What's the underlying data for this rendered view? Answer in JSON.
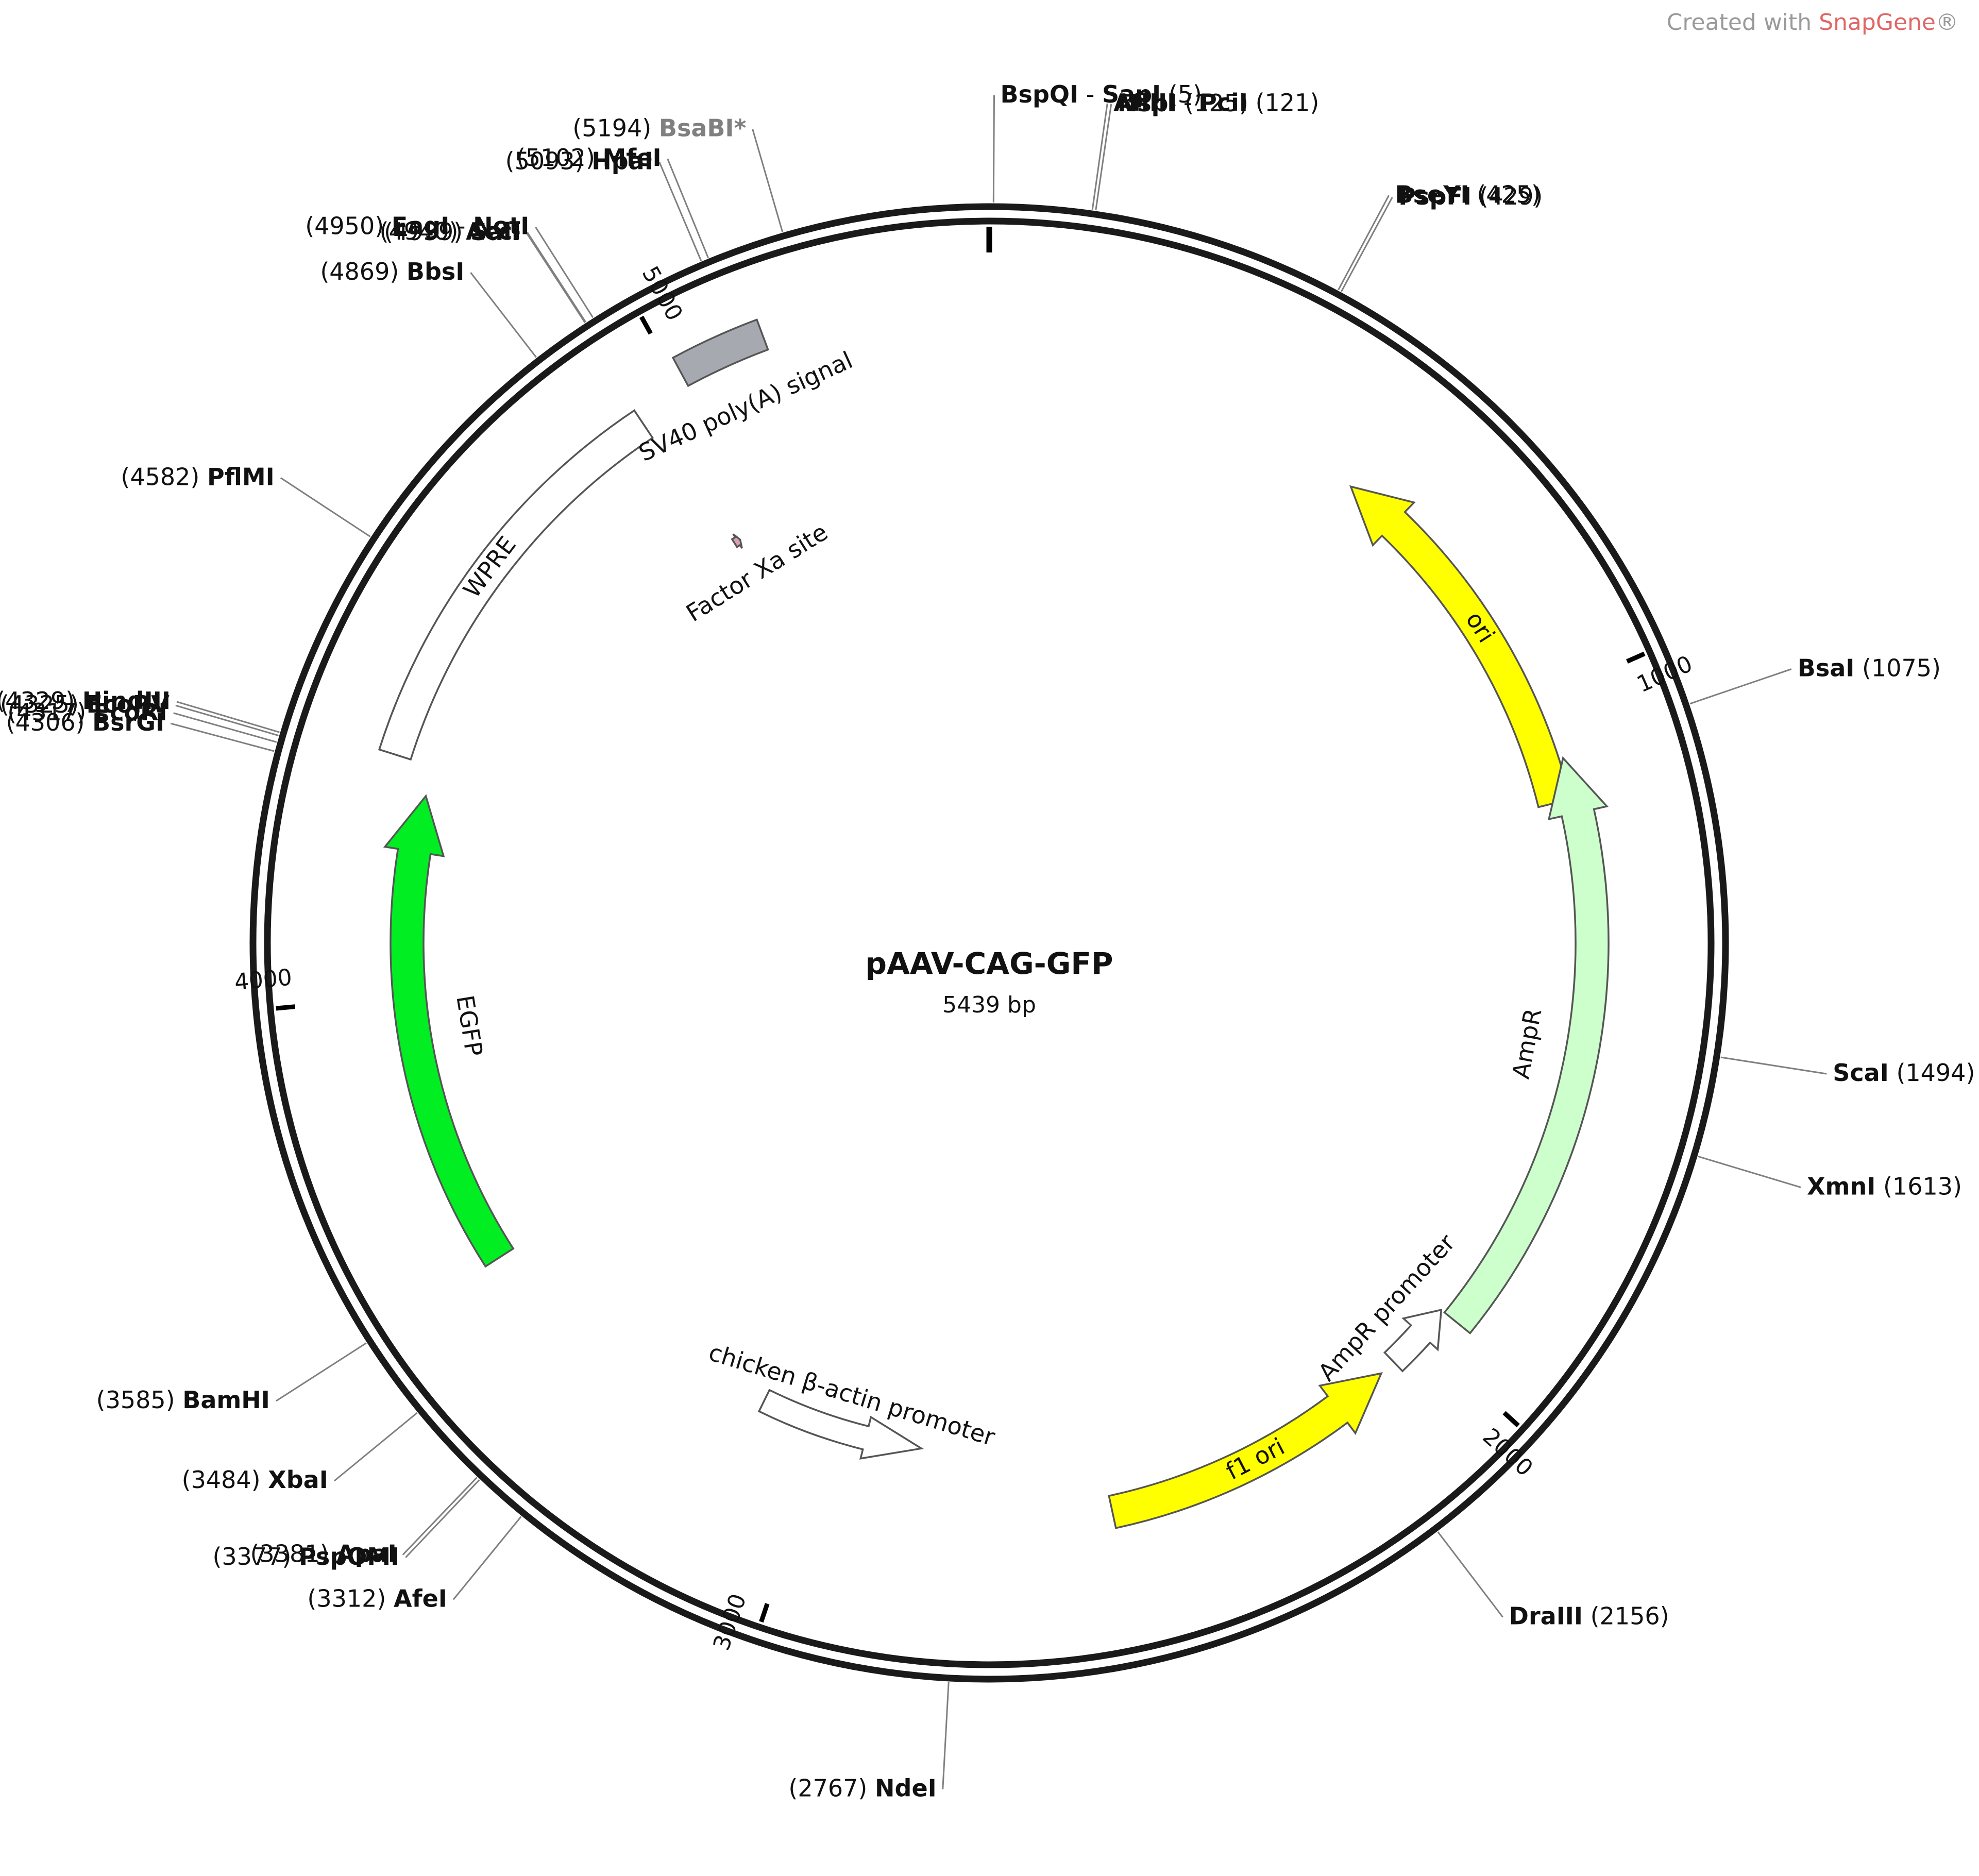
{
  "watermark": {
    "prefix": "Created with ",
    "brand": "SnapGene",
    "suffix": "®"
  },
  "plasmid": {
    "name": "pAAV-CAG-GFP",
    "length_label": "5439 bp",
    "length": 5439
  },
  "colors": {
    "backbone": "#1a1a1a",
    "leader_line": "#7f7f7f",
    "ori": "#ffff00",
    "ampr": "#ccffcc",
    "egfp": "#00ee22",
    "sv40": "#a6a9b0",
    "factor_xa": "#d9a0b4",
    "promoter_fill": "#ffffff",
    "feature_outline": "#555555",
    "label_gray": "#808080"
  },
  "ticks": [
    {
      "position": 1000,
      "label": "1000"
    },
    {
      "position": 2000,
      "label": "2000"
    },
    {
      "position": 3000,
      "label": "3000"
    },
    {
      "position": 4000,
      "label": "4000"
    },
    {
      "position": 5000,
      "label": "5000"
    }
  ],
  "features": [
    {
      "id": "ori",
      "label": "ori",
      "start": 580,
      "end": 1150,
      "strand": "-",
      "type": "arrow",
      "color": "ori"
    },
    {
      "id": "ampr",
      "label": "AmpR",
      "start": 1090,
      "end": 1950,
      "strand": "-",
      "type": "arrow",
      "color": "ampr"
    },
    {
      "id": "ampr-promoter",
      "label": "AmpR promoter",
      "start": 1950,
      "end": 2055,
      "strand": "-",
      "type": "arrow-outline",
      "color": "promoter_fill"
    },
    {
      "id": "f1-ori",
      "label": "f1 ori",
      "start": 2080,
      "end": 2535,
      "strand": "-",
      "type": "arrow",
      "color": "ori"
    },
    {
      "id": "chicken-actin-promoter",
      "label": "chicken β-actin promoter",
      "start": 2835,
      "end": 3115,
      "strand": "-",
      "type": "arrow-outline",
      "color": "promoter_fill"
    },
    {
      "id": "egfp",
      "label": "EGFP",
      "start": 3585,
      "end": 4300,
      "strand": "+",
      "type": "arrow",
      "color": "egfp"
    },
    {
      "id": "wpre",
      "label": "WPRE",
      "start": 4345,
      "end": 4930,
      "strand": "+",
      "type": "box-outline",
      "color": "promoter_fill"
    },
    {
      "id": "sv40-polya",
      "label": "SV40 poly(A) signal",
      "start": 5010,
      "end": 5130,
      "strand": "+",
      "type": "box",
      "color": "sv40"
    },
    {
      "id": "factor-xa",
      "label": "Factor Xa site",
      "start": 4948,
      "end": 4960,
      "strand": "+",
      "type": "mini-arrow",
      "color": "factor_xa"
    }
  ],
  "sites": [
    {
      "id": "bspqi-sapi",
      "pos": 5,
      "label_pos": "(5)",
      "names": [
        "BspQI",
        "SapI"
      ],
      "gray": false,
      "side": "left"
    },
    {
      "id": "afliii-pcii",
      "pos": 121,
      "label_pos": "(121)",
      "names": [
        "AflIII",
        "PciI"
      ],
      "gray": false,
      "side": "right"
    },
    {
      "id": "nspi",
      "pos": 125,
      "label_pos": "(125)",
      "names": [
        "NspI"
      ],
      "gray": false,
      "side": "right"
    },
    {
      "id": "bseyi",
      "pos": 425,
      "label_pos": "(425)",
      "names": [
        "BseYI"
      ],
      "gray": false,
      "side": "right"
    },
    {
      "id": "pspfi",
      "pos": 429,
      "label_pos": "(429)",
      "names": [
        "PspFI"
      ],
      "gray": false,
      "side": "right"
    },
    {
      "id": "bsai",
      "pos": 1075,
      "label_pos": "(1075)",
      "names": [
        "BsaI"
      ],
      "gray": false,
      "side": "right"
    },
    {
      "id": "scai",
      "pos": 1494,
      "label_pos": "(1494)",
      "names": [
        "ScaI"
      ],
      "gray": false,
      "side": "right"
    },
    {
      "id": "xmni",
      "pos": 1613,
      "label_pos": "(1613)",
      "names": [
        "XmnI"
      ],
      "gray": false,
      "side": "right"
    },
    {
      "id": "draiii",
      "pos": 2156,
      "label_pos": "(2156)",
      "names": [
        "DraIII"
      ],
      "gray": false,
      "side": "right"
    },
    {
      "id": "ndei",
      "pos": 2767,
      "label_pos": "(2767)",
      "names": [
        "NdeI"
      ],
      "gray": false,
      "side": "left"
    },
    {
      "id": "afei",
      "pos": 3312,
      "label_pos": "(3312)",
      "names": [
        "AfeI"
      ],
      "gray": false,
      "side": "left"
    },
    {
      "id": "pspomi",
      "pos": 3377,
      "label_pos": "(3377)",
      "names": [
        "PspOMI"
      ],
      "gray": false,
      "side": "left"
    },
    {
      "id": "apai",
      "pos": 3381,
      "label_pos": "(3381)",
      "names": [
        "ApaI"
      ],
      "gray": false,
      "side": "left"
    },
    {
      "id": "xbai",
      "pos": 3484,
      "label_pos": "(3484)",
      "names": [
        "XbaI"
      ],
      "gray": false,
      "side": "left"
    },
    {
      "id": "bamhi",
      "pos": 3585,
      "label_pos": "(3585)",
      "names": [
        "BamHI"
      ],
      "gray": false,
      "side": "left"
    },
    {
      "id": "bsrgi",
      "pos": 4306,
      "label_pos": "(4306)",
      "names": [
        "BsrGI"
      ],
      "gray": false,
      "side": "left"
    },
    {
      "id": "ecori",
      "pos": 4317,
      "label_pos": "(4317)",
      "names": [
        "EcoRI"
      ],
      "gray": false,
      "side": "left"
    },
    {
      "id": "ecorv",
      "pos": 4325,
      "label_pos": "(4325)",
      "names": [
        "EcoRV"
      ],
      "gray": false,
      "side": "left"
    },
    {
      "id": "hindiii",
      "pos": 4329,
      "label_pos": "(4329)",
      "names": [
        "HindIII"
      ],
      "gray": false,
      "side": "left"
    },
    {
      "id": "pflmi",
      "pos": 4582,
      "label_pos": "(4582)",
      "names": [
        "PflMI"
      ],
      "gray": false,
      "side": "left"
    },
    {
      "id": "bbsi",
      "pos": 4869,
      "label_pos": "(4869)",
      "names": [
        "BbsI"
      ],
      "gray": false,
      "side": "left"
    },
    {
      "id": "sali",
      "pos": 4939,
      "label_pos": "(4939)",
      "names": [
        "SalI"
      ],
      "gray": false,
      "side": "left"
    },
    {
      "id": "acci",
      "pos": 4940,
      "label_pos": "(4940)",
      "names": [
        "AccI"
      ],
      "gray": false,
      "side": "left"
    },
    {
      "id": "eagi-noti",
      "pos": 4950,
      "label_pos": "(4950)",
      "names": [
        "EagI",
        "NotI"
      ],
      "gray": false,
      "side": "left"
    },
    {
      "id": "hpai",
      "pos": 5093,
      "label_pos": "(5093)",
      "names": [
        "HpaI"
      ],
      "gray": false,
      "side": "left"
    },
    {
      "id": "mfei",
      "pos": 5102,
      "label_pos": "(5102)",
      "names": [
        "MfeI"
      ],
      "gray": false,
      "side": "left"
    },
    {
      "id": "bsabi",
      "pos": 5194,
      "label_pos": "(5194)",
      "names": [
        "BsaBI*"
      ],
      "gray": true,
      "side": "left"
    }
  ]
}
